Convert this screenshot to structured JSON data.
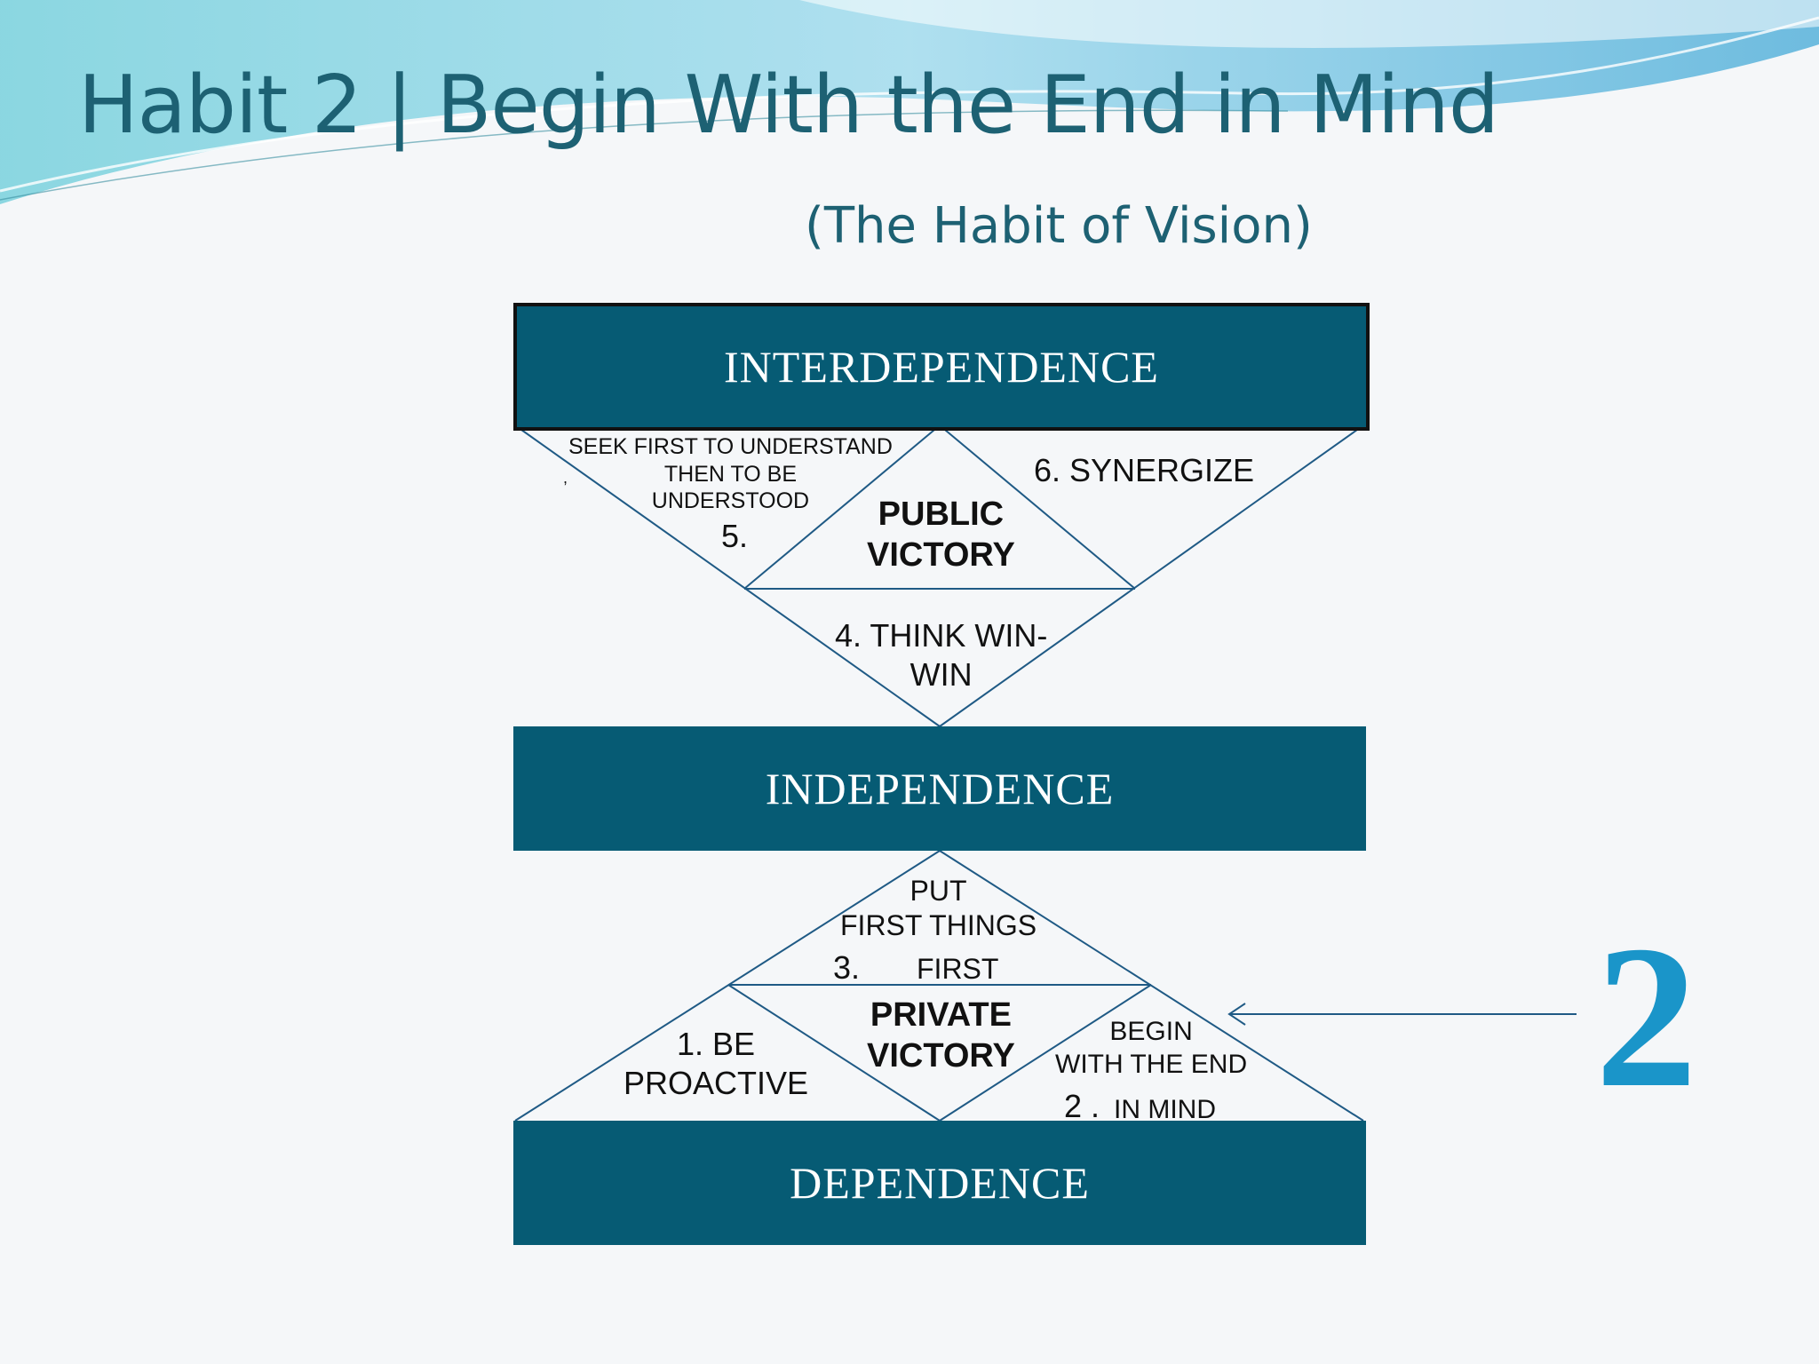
{
  "slide": {
    "title": "Habit 2 | Begin With the End in Mind",
    "subtitle": "(The Habit of Vision)"
  },
  "bands": {
    "interdependence": "INTERDEPENDENCE",
    "independence": "INDEPENDENCE",
    "dependence": "DEPENDENCE"
  },
  "public": {
    "habit5_text": "SEEK FIRST TO UNDERSTAND\nTHEN TO BE\nUNDERSTOOD",
    "habit5_num": "5.",
    "habit5_comma": ",",
    "habit6": "6. SYNERGIZE",
    "victory": "PUBLIC\nVICTORY",
    "habit4": "4. THINK WIN-\nWIN"
  },
  "private": {
    "habit3_text": "PUT\nFIRST THINGS",
    "habit3_num": "3.",
    "habit3_first": "FIRST",
    "victory": "PRIVATE\nVICTORY",
    "habit1": "1. BE\nPROACTIVE",
    "habit2_text": "BEGIN\nWITH THE END",
    "habit2_num": "2 .",
    "habit2_mind": "IN MIND"
  },
  "marker": {
    "number": "2"
  },
  "colors": {
    "band": "#065b74",
    "title": "#1d6173",
    "line": "#1f5a85",
    "accent": "#1a95c9"
  }
}
